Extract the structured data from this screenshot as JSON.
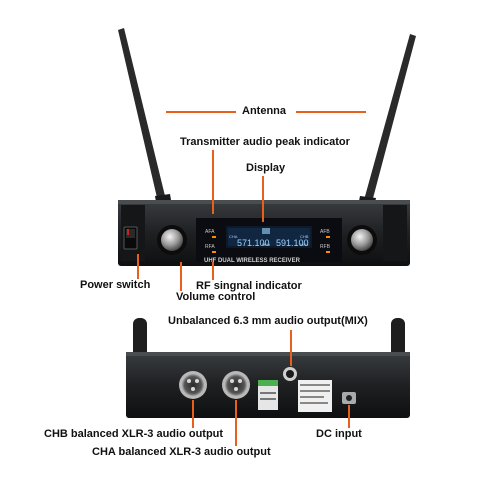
{
  "colors": {
    "accent": "#e8601c",
    "chassis": "#1e2022",
    "display_blue": "#9fd4ff",
    "label_text": "#111111"
  },
  "labels": {
    "antenna": "Antenna",
    "peak_indicator": "Transmitter audio peak indicator",
    "display": "Display",
    "power_switch": "Power switch",
    "volume_control": "Volume control",
    "rf_indicator": "RF singnal indicator",
    "unbalanced_output": "Unbalanced 6.3 mm audio output(MIX)",
    "chb_output": "CHB balanced XLR-3 audio output",
    "cha_output": "CHA balanced XLR-3 audio output",
    "dc_input": "DC input"
  },
  "device": {
    "panel_text": "UHF DUAL WIRELESS RECEIVER",
    "afa": "AFA",
    "afb": "AFB",
    "rfa": "RFA",
    "rfb": "RFB",
    "cha": "CHA",
    "chb": "CHB",
    "freq_a": "571.100",
    "freq_b": "591.100",
    "unit_a": "MHz",
    "unit_b": "MHz"
  },
  "icons": [
    "antenna",
    "xlr-connector",
    "jack-connector",
    "dc-jack",
    "knob",
    "power-rocker"
  ]
}
